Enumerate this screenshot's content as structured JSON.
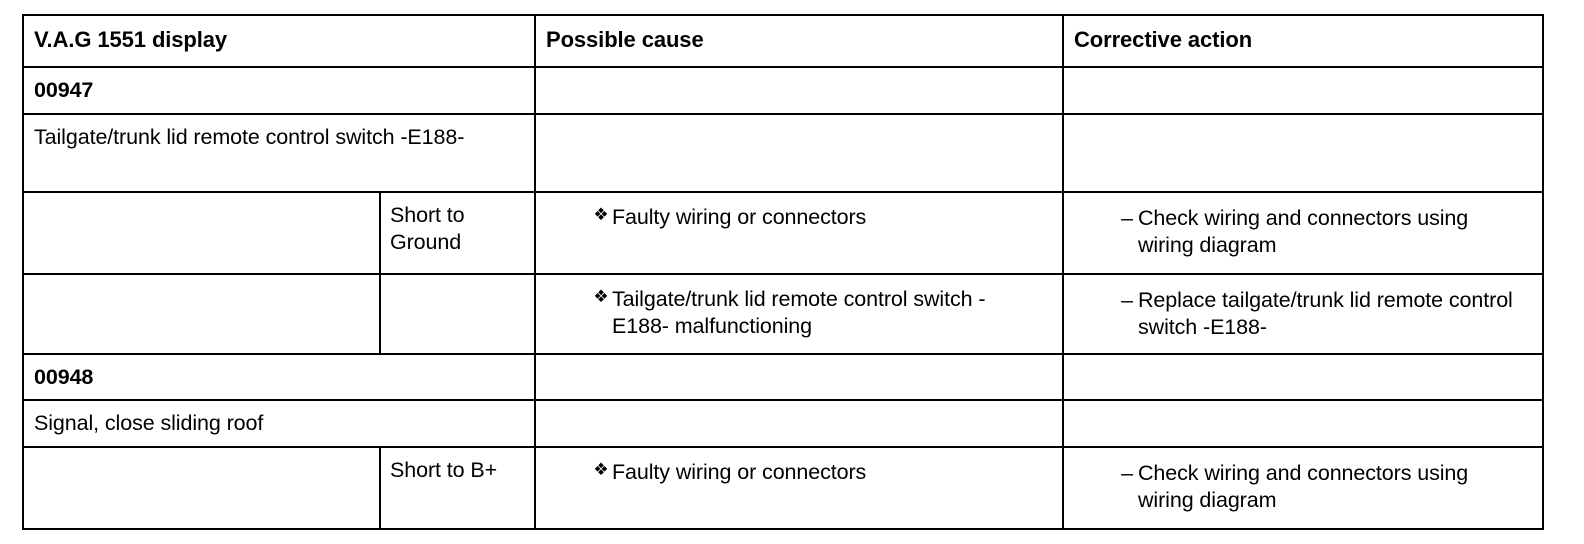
{
  "document": {
    "type": "fault-code-table",
    "bullet_cause": "❖",
    "bullet_action": "–"
  },
  "table": {
    "headers": {
      "display": "V.A.G 1551 display",
      "cause": "Possible cause",
      "action": "Corrective action"
    },
    "rows": [
      {
        "kind": "code",
        "display": "00947",
        "cause": "",
        "action": ""
      },
      {
        "kind": "description",
        "display": "Tailgate/trunk lid remote control switch -E188-",
        "cause": "",
        "action": ""
      },
      {
        "kind": "detail",
        "display": "",
        "condition": "Short to Ground",
        "cause": "Faulty wiring or connectors",
        "action": "Check wiring and connectors using wiring diagram"
      },
      {
        "kind": "detail",
        "display": "",
        "condition": "",
        "cause": "Tailgate/trunk lid remote control switch -E188- malfunctioning",
        "action": "Replace tailgate/trunk lid remote control switch -E188-"
      },
      {
        "kind": "code",
        "display": "00948",
        "cause": "",
        "action": ""
      },
      {
        "kind": "description",
        "display": "Signal, close sliding roof",
        "cause": "",
        "action": ""
      },
      {
        "kind": "detail",
        "display": "",
        "condition": "Short to B+",
        "cause": "Faulty wiring or connectors",
        "action": "Check wiring and connectors using wiring diagram"
      }
    ]
  }
}
